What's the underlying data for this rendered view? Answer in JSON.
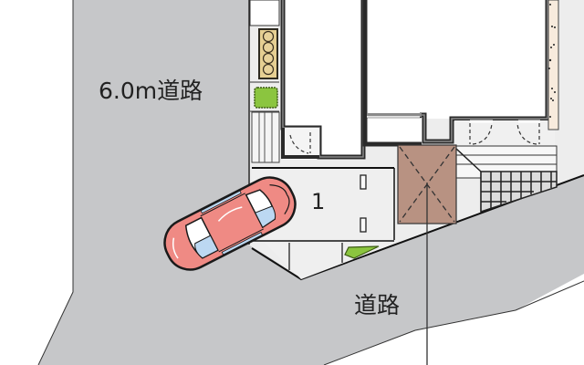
{
  "diagram": {
    "type": "site-plan",
    "labels": {
      "road_west": "6.0m道路",
      "road_south": "道路",
      "parking_space_number": "1"
    },
    "colors": {
      "road": "#c6c7c9",
      "lot_paving": "#ededed",
      "building_interior": "#ffffff",
      "wall": "#2a2a2a",
      "wall_inner": "#8a8a8a",
      "entrance_porch": "#b89282",
      "car_body": "#ef8a84",
      "car_glass": "#bcd8f2",
      "shrub": "#8bc53f",
      "planter_wood": "#e6cf92",
      "boundary_gravel": "#f8ebdd"
    },
    "elements": [
      {
        "name": "west-road",
        "label": "6.0m道路"
      },
      {
        "name": "south-road",
        "label": "道路"
      },
      {
        "name": "parking-space",
        "label": "1"
      },
      {
        "name": "parked-car"
      },
      {
        "name": "entrance-porch"
      },
      {
        "name": "tiled-terrace"
      },
      {
        "name": "planter-box"
      },
      {
        "name": "shrub-west"
      },
      {
        "name": "shrub-south"
      },
      {
        "name": "gravel-boundary-strip"
      },
      {
        "name": "grating-deck"
      }
    ]
  }
}
